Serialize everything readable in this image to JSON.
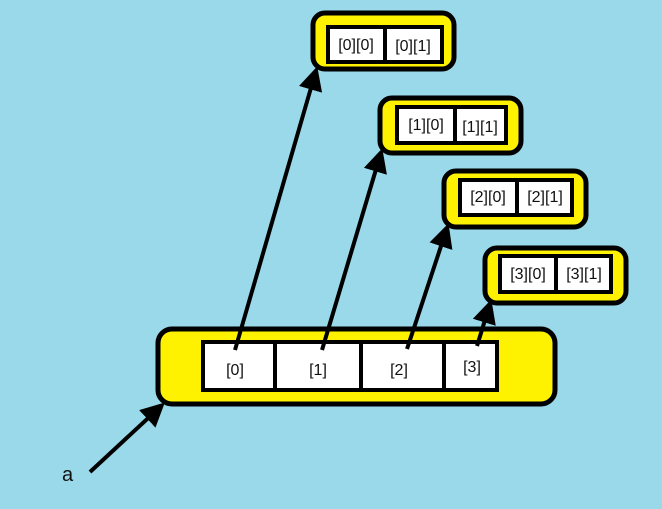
{
  "variable_label": "a",
  "main_array": {
    "cells": [
      "[0]",
      "[1]",
      "[2]",
      "[3]"
    ]
  },
  "sub_arrays": [
    {
      "cells": [
        "[0][0]",
        "[0][1]"
      ]
    },
    {
      "cells": [
        "[1][0]",
        "[1][1]"
      ]
    },
    {
      "cells": [
        "[2][0]",
        "[2][1]"
      ]
    },
    {
      "cells": [
        "[3][0]",
        "[3][1]"
      ]
    }
  ],
  "colors": {
    "background": "#99d9ea",
    "container": "#fff200",
    "cell": "#ffffff",
    "stroke": "#000000"
  }
}
